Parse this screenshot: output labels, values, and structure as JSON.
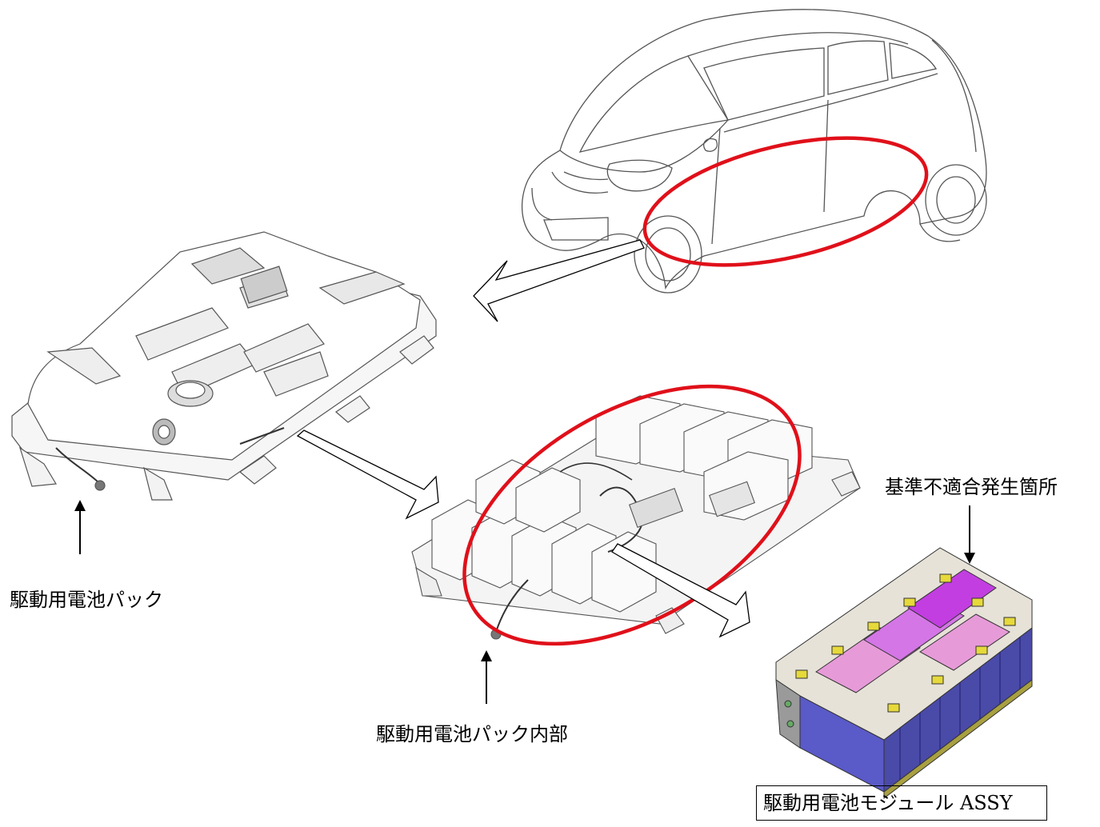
{
  "labels": {
    "pack": "駆動用電池パック",
    "pack_inner": "駆動用電池パック内部",
    "defect_location": "基準不適合発生箇所",
    "module_assy": "駆動用電池モジュール ASSY"
  },
  "colors": {
    "highlight": "#e0101a",
    "line": "#000000",
    "cell_pink": "#e79ad8",
    "cell_magenta": "#c23ee0",
    "module_blue": "#5a5ac8",
    "terminal_yellow": "#e6d93a"
  },
  "icons": [
    "car-outline",
    "battery-pack",
    "battery-pack-interior",
    "battery-module",
    "hollow-arrow",
    "pointer-arrow"
  ]
}
